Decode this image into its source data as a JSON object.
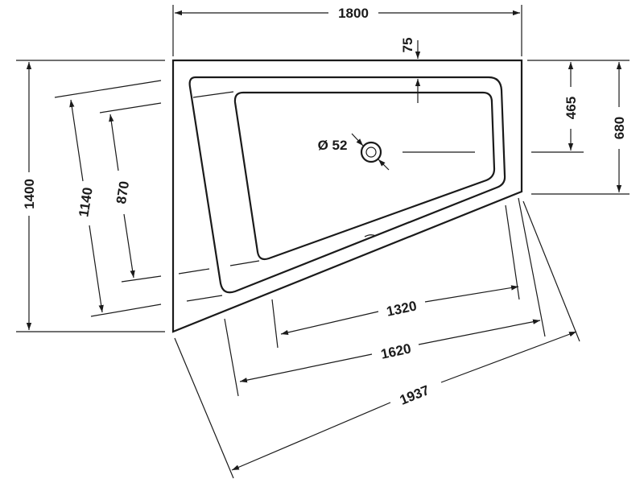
{
  "dimensions": {
    "overall_width": "1800",
    "overall_depth": "1400",
    "rim_offset_top": "75",
    "drain_offset": "465",
    "short_side_depth": "680",
    "inner_length_left": "1140",
    "inner_basin_left": "870",
    "inner_basin_length": "1320",
    "outer_length_front": "1620",
    "diagonal_length": "1937",
    "drain_diameter": "Ø 52"
  },
  "colors": {
    "line": "#1a1a1a",
    "background": "#ffffff"
  }
}
